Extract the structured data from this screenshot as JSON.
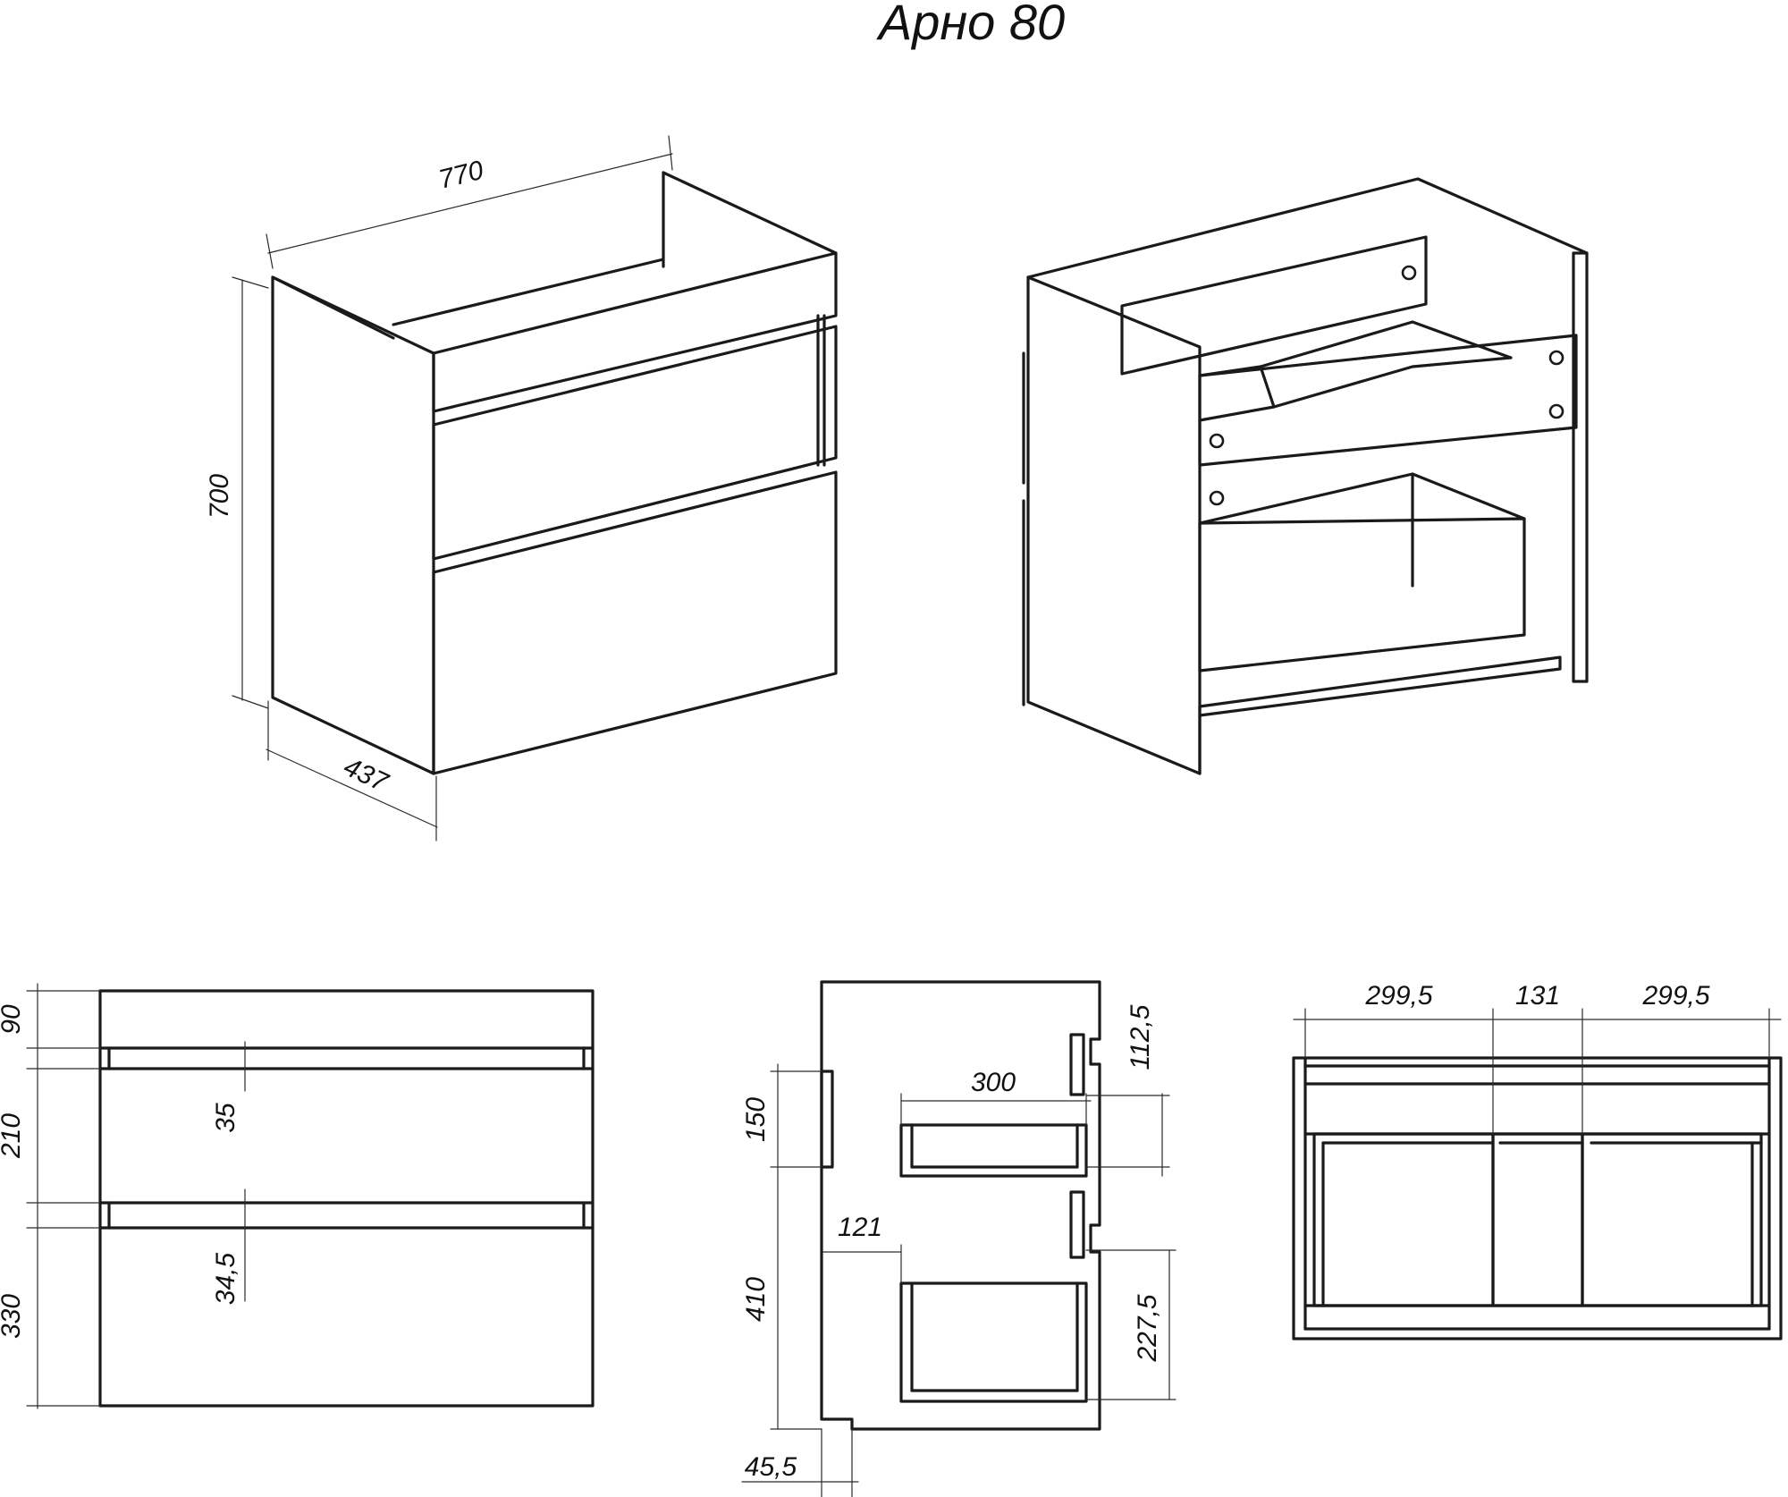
{
  "title": "Арно 80",
  "dimensions": {
    "iso_width": "770",
    "iso_height": "700",
    "iso_depth": "437",
    "front_top": "90",
    "front_middle": "210",
    "front_bottom": "330",
    "front_gap_upper": "35",
    "front_gap_lower": "34,5",
    "side_upper_handle": "150",
    "side_lower_handle": "410",
    "side_upper_drawer_depth": "300",
    "side_upper_drawer_height": "112,5",
    "side_lower_drawer_offset": "121",
    "side_lower_drawer_height": "227,5",
    "side_plinth": "45,5",
    "top_left_section": "299,5",
    "top_middle_section": "131",
    "top_right_section": "299,5"
  }
}
